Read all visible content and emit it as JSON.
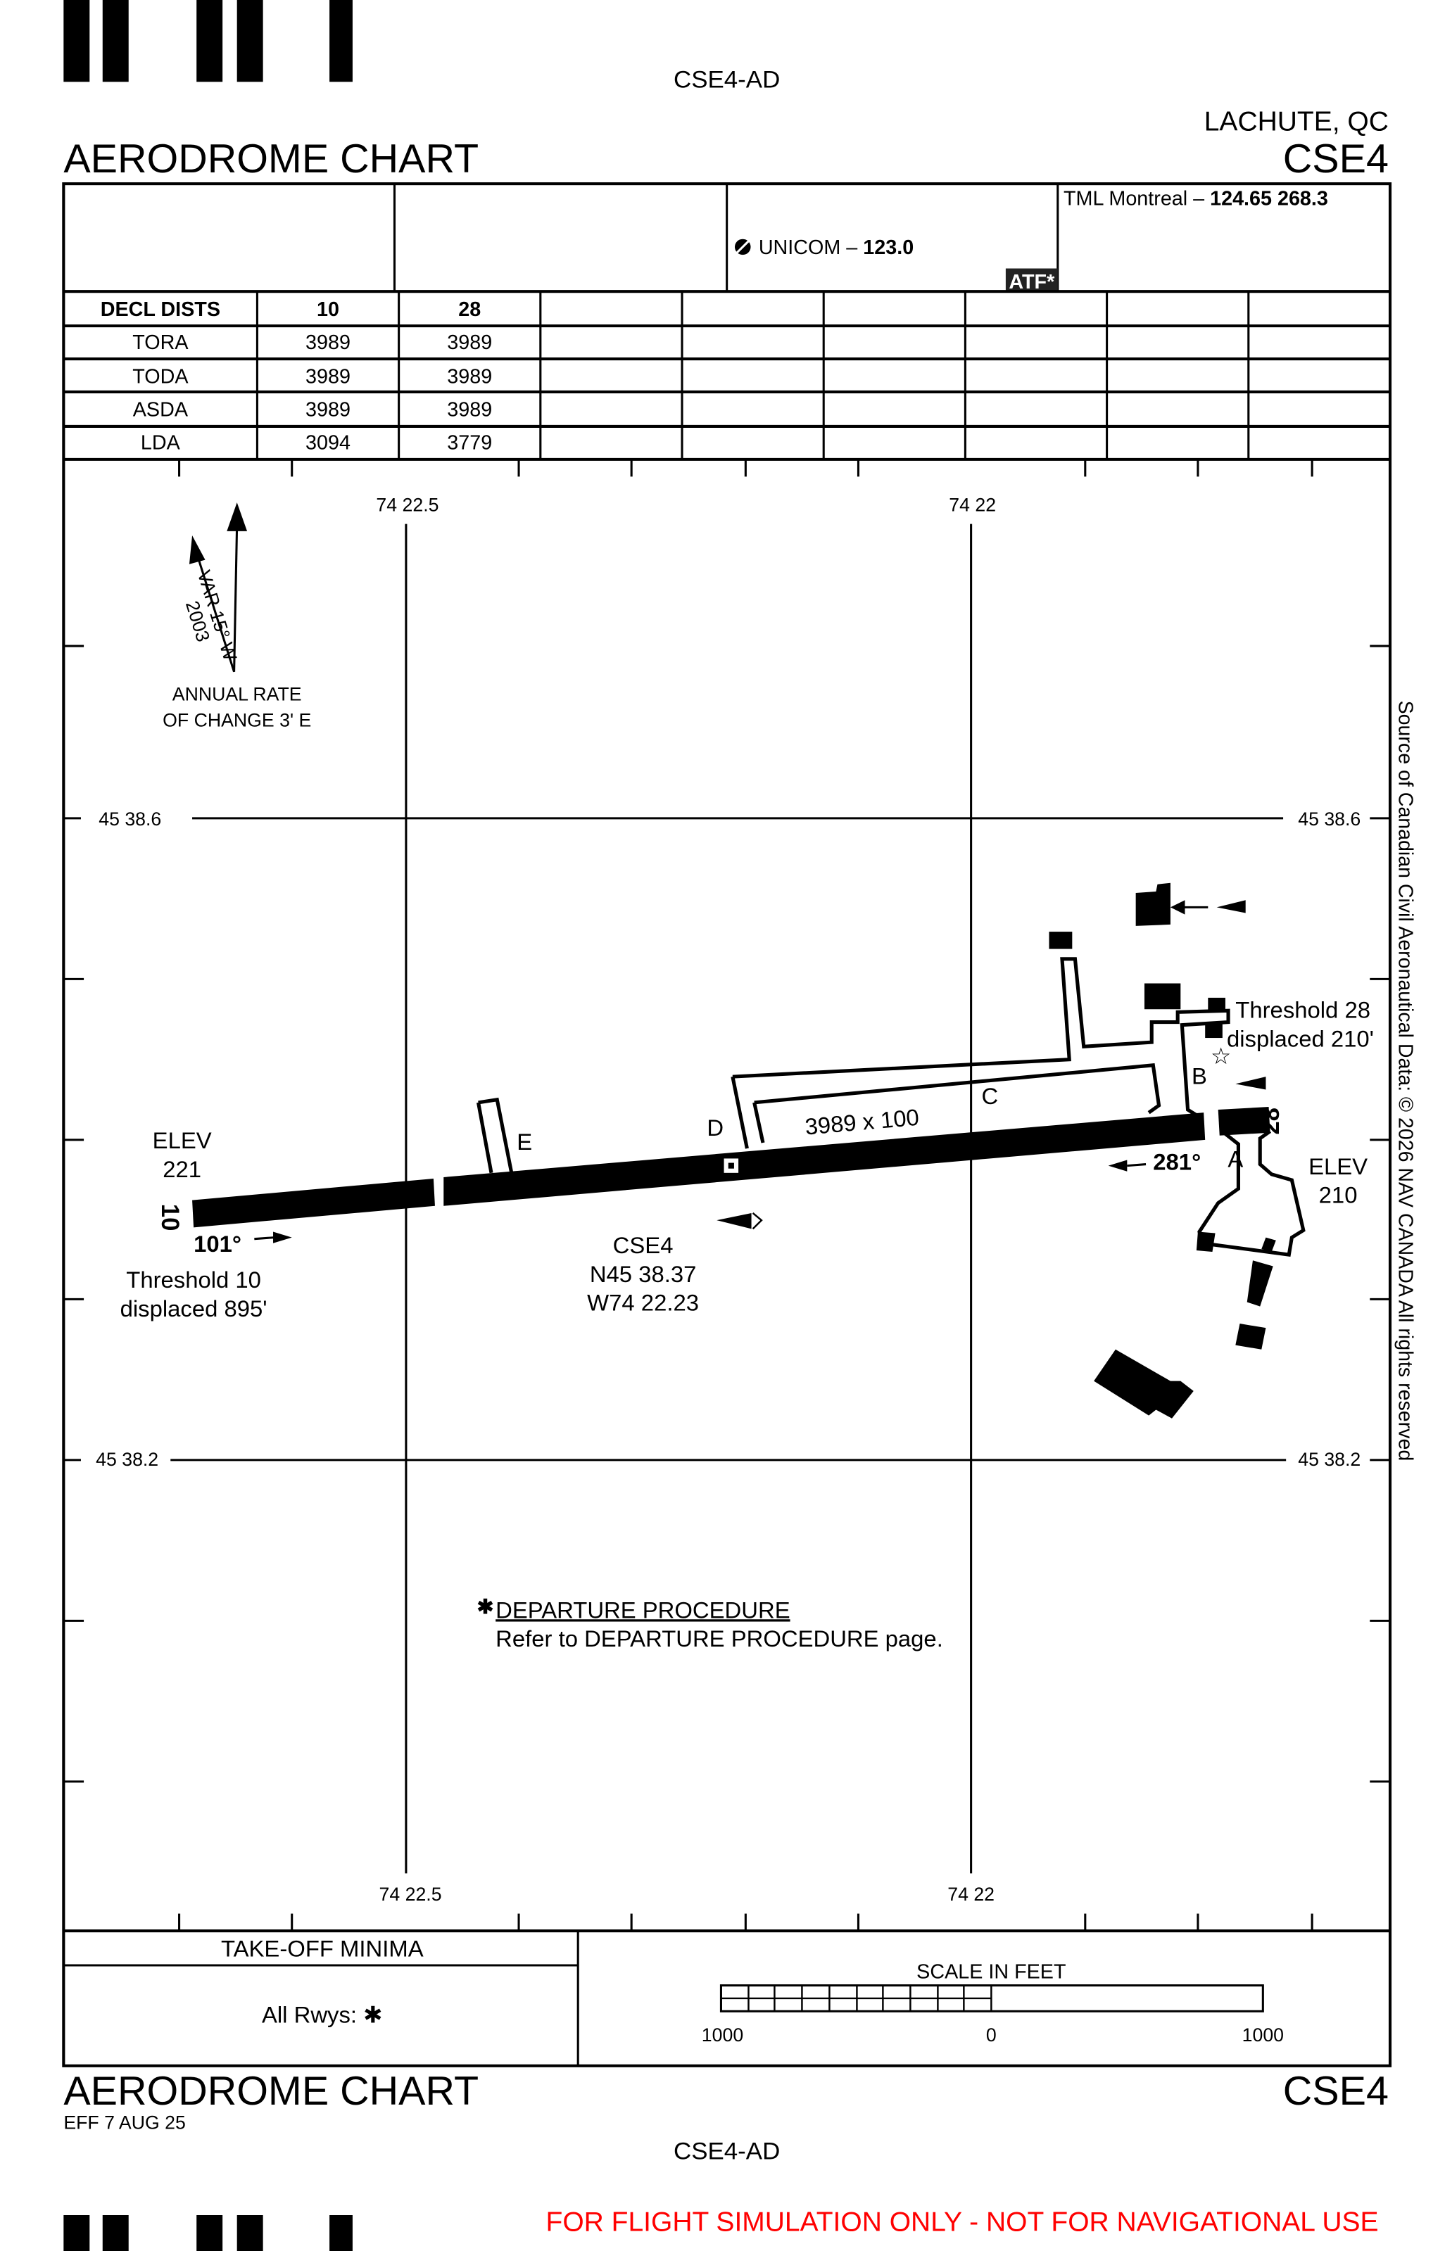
{
  "header": {
    "doc_id_top": "CSE4-AD",
    "location": "LACHUTE, QC",
    "ident": "CSE4",
    "title": "AERODROME CHART"
  },
  "comms": {
    "unicom_label": "UNICOM – ",
    "unicom_freq": "123.0",
    "atf": "ATF*",
    "tml_label": "TML Montreal – ",
    "tml_freqs": "124.65  268.3"
  },
  "decl_dists": {
    "headers": [
      "DECL DISTS",
      "10",
      "28"
    ],
    "rows": [
      [
        "TORA",
        "3989",
        "3989"
      ],
      [
        "TODA",
        "3989",
        "3989"
      ],
      [
        "ASDA",
        "3989",
        "3989"
      ],
      [
        "LDA",
        "3094",
        "3779"
      ]
    ]
  },
  "chart": {
    "lon_west": "74 22.5",
    "lon_east": "74 22",
    "lat_north": "45 38.6",
    "lat_south": "45 38.2",
    "variation": "VAR 15° W",
    "variation_year": "2003",
    "annual_rate_1": "ANNUAL RATE",
    "annual_rate_2": "OF CHANGE 3' E",
    "elev_west_1": "ELEV",
    "elev_west_2": "221",
    "elev_east_1": "ELEV",
    "elev_east_2": "210",
    "rwy_10": "10",
    "rwy_28": "28",
    "hdg_101": "101°",
    "hdg_281": "281°",
    "thr10_1": "Threshold 10",
    "thr10_2": "displaced 895'",
    "thr28_1": "Threshold 28",
    "thr28_2": "displaced 210'",
    "rwy_dims": "3989 x 100",
    "taxiways": [
      "A",
      "B",
      "C",
      "D",
      "E"
    ],
    "arp_1": "CSE4",
    "arp_2": "N45 38.37",
    "arp_3": "W74 22.23",
    "dep_title": "DEPARTURE PROCEDURE",
    "dep_text": "Refer to DEPARTURE PROCEDURE page.",
    "source": "Source of Canadian Civil Aeronautical Data: © 2026 NAV CANADA All rights reserved"
  },
  "minima": {
    "title": "TAKE-OFF MINIMA",
    "value": "All Rwys: ✱"
  },
  "scale": {
    "title": "SCALE IN FEET",
    "left": "1000",
    "center": "0",
    "right": "1000"
  },
  "footer": {
    "title": "AERODROME CHART",
    "ident": "CSE4",
    "effective": "EFF 7 AUG 25",
    "doc_id_bottom": "CSE4-AD",
    "disclaimer": "FOR FLIGHT SIMULATION ONLY - NOT FOR NAVIGATIONAL USE",
    "disclaimer_color": "#ff0000"
  }
}
